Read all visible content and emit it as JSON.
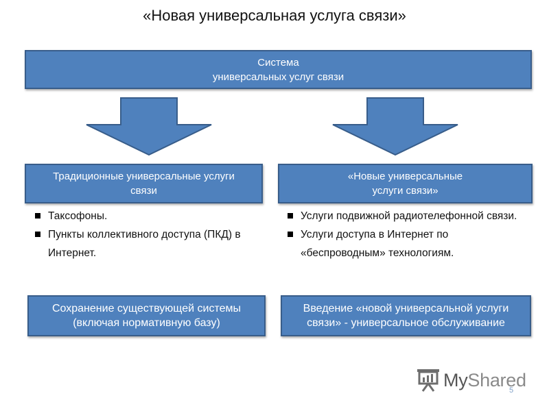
{
  "title": "«Новая универсальная услуга связи»",
  "top_box": {
    "line1": "Система",
    "line2": "универсальных услуг связи"
  },
  "left_box": {
    "line1": "Традиционные универсальные услуги",
    "line2": "связи"
  },
  "right_box": {
    "line1": "«Новые универсальные",
    "line2": "услуги связи»"
  },
  "left_items": [
    "Таксофоны.",
    "Пункты коллективного доступа (ПКД) в Интернет."
  ],
  "right_items": [
    "Услуги подвижной радиотелефонной связи.",
    "Услуги доступа в Интернет по «беспроводным» технологиям."
  ],
  "left_bottom": {
    "line1": "Сохранение существующей системы",
    "line2": "(включая нормативную базу)"
  },
  "right_bottom": {
    "line1": "Введение «новой универсальной услуги",
    "line2": "связи» - универсальное обслуживание"
  },
  "logo": {
    "part1": "My",
    "part2": "Shared"
  },
  "page_number": "5",
  "colors": {
    "box_fill": "#4f81bd",
    "box_border": "#385d8a",
    "text_on_box": "#ffffff"
  }
}
